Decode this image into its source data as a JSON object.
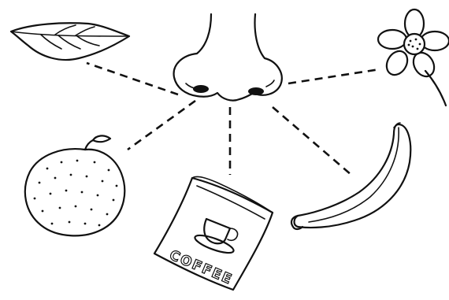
{
  "diagram": {
    "center": "nose",
    "items": [
      {
        "name": "leaf"
      },
      {
        "name": "flower"
      },
      {
        "name": "orange"
      },
      {
        "name": "coffee-can",
        "label": "COFFEE"
      },
      {
        "name": "banana"
      }
    ]
  },
  "colors": {
    "ink": "#111111",
    "background": "#ffffff"
  }
}
